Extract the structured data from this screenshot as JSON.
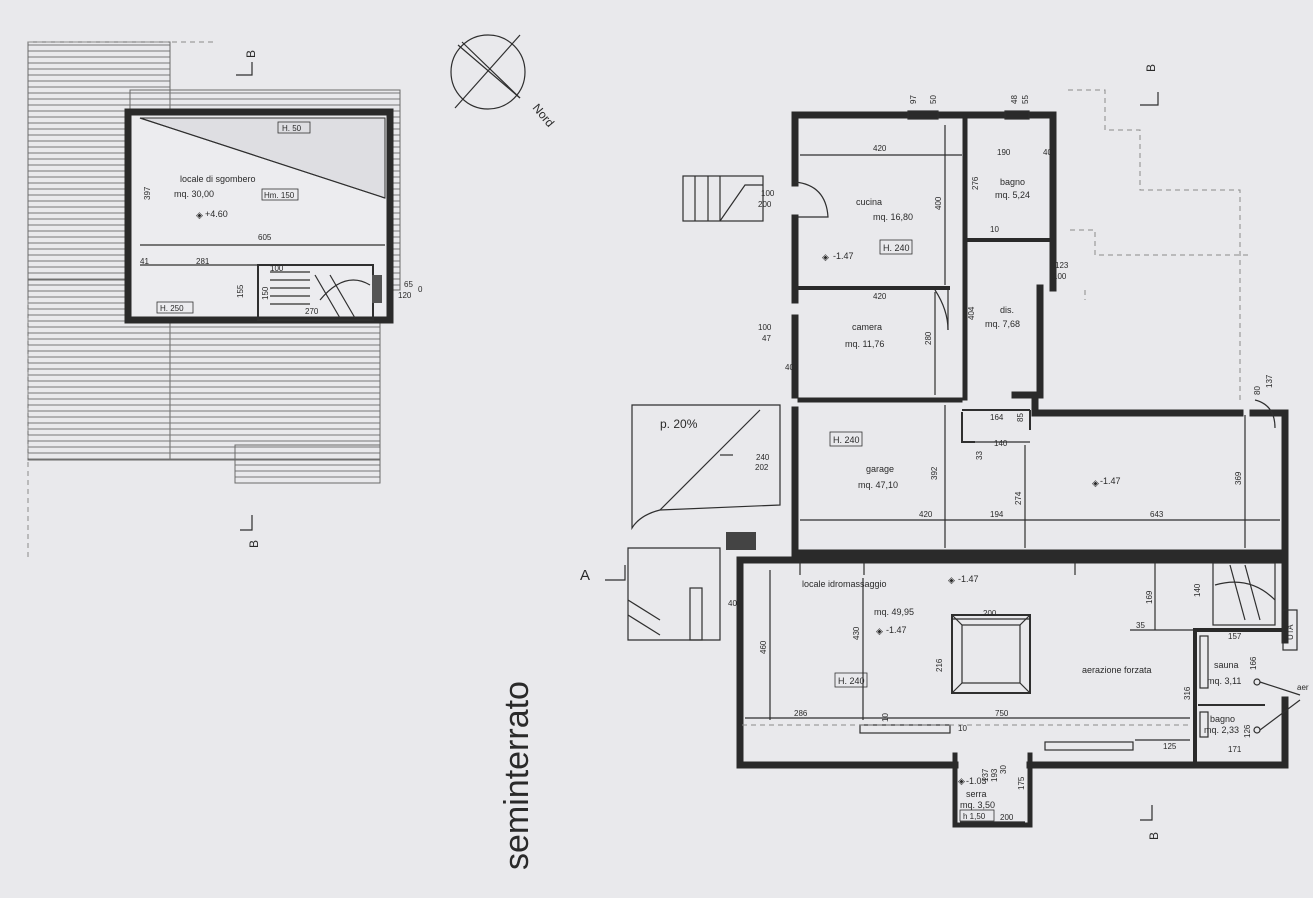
{
  "title": "seminterrato",
  "north_label": "Nord",
  "section_labels": {
    "a": "A",
    "b": "B"
  },
  "slope_label": "p. 20%",
  "rooms": {
    "sgombero": {
      "name": "locale di sgombero",
      "area": "mq. 30,00",
      "h1": "H. 50",
      "h2": "Hm. 150",
      "h3": "H. 250",
      "level": "+4.60"
    },
    "cucina": {
      "name": "cucina",
      "area": "mq. 16,80",
      "h": "H. 240",
      "level": "-1.47"
    },
    "bagno": {
      "name": "bagno",
      "area": "mq. 5,24"
    },
    "camera": {
      "name": "camera",
      "area": "mq. 11,76"
    },
    "dis": {
      "name": "dis.",
      "area": "mq. 7,68"
    },
    "garage": {
      "name": "garage",
      "area": "mq. 47,10",
      "h": "H. 240",
      "level": "-1.47"
    },
    "idro": {
      "name": "locale idromassaggio",
      "area": "mq. 49,95",
      "h": "H. 240",
      "level1": "-1.47",
      "level2": "-1.47"
    },
    "sauna": {
      "name": "sauna",
      "area": "mq. 3,11"
    },
    "bagno2": {
      "name": "bagno",
      "area": "mq. 2,33"
    },
    "serra": {
      "name": "serra",
      "area": "mq. 3,50",
      "h": "h 1,50",
      "level": "-1.03"
    },
    "aerazione": "aerazione forzata",
    "uta": "UTA",
    "aer_short": "aer"
  },
  "dims": {
    "d397": "397",
    "d605": "605",
    "d281": "281",
    "d100": "100",
    "d155": "155",
    "d150": "150",
    "d270": "270",
    "d65": "65",
    "d120": "120",
    "d0": "0",
    "d41": "41",
    "d97": "97",
    "d50": "50",
    "d48": "48",
    "d55": "55",
    "d420a": "420",
    "d190": "190",
    "d40a": "40",
    "d276": "276",
    "d400": "400",
    "d10": "10",
    "d100b": "100",
    "d200": "200",
    "d420b": "420",
    "d404": "404",
    "d280": "280",
    "d100c": "100",
    "d47": "47",
    "d40b": "40",
    "d123": "123",
    "d100d": "100",
    "d164": "164",
    "d85": "85",
    "d140": "140",
    "d33": "33",
    "d392": "392",
    "d274": "274",
    "d369": "369",
    "d80": "80",
    "d137": "137",
    "d240": "240",
    "d202": "202",
    "d420c": "420",
    "d194": "194",
    "d643": "643",
    "d460": "460",
    "d430": "430",
    "d40c": "40",
    "d200b": "200",
    "d216": "216",
    "d286": "286",
    "d10b": "10",
    "d750": "750",
    "d10c": "10",
    "d169": "169",
    "d140b": "140",
    "d35": "35",
    "d157": "157",
    "d166": "166",
    "d316": "316",
    "d126": "126",
    "d125": "125",
    "d171": "171",
    "d137b": "137",
    "d193": "193",
    "d30": "30",
    "d175": "175",
    "d200c": "200"
  }
}
